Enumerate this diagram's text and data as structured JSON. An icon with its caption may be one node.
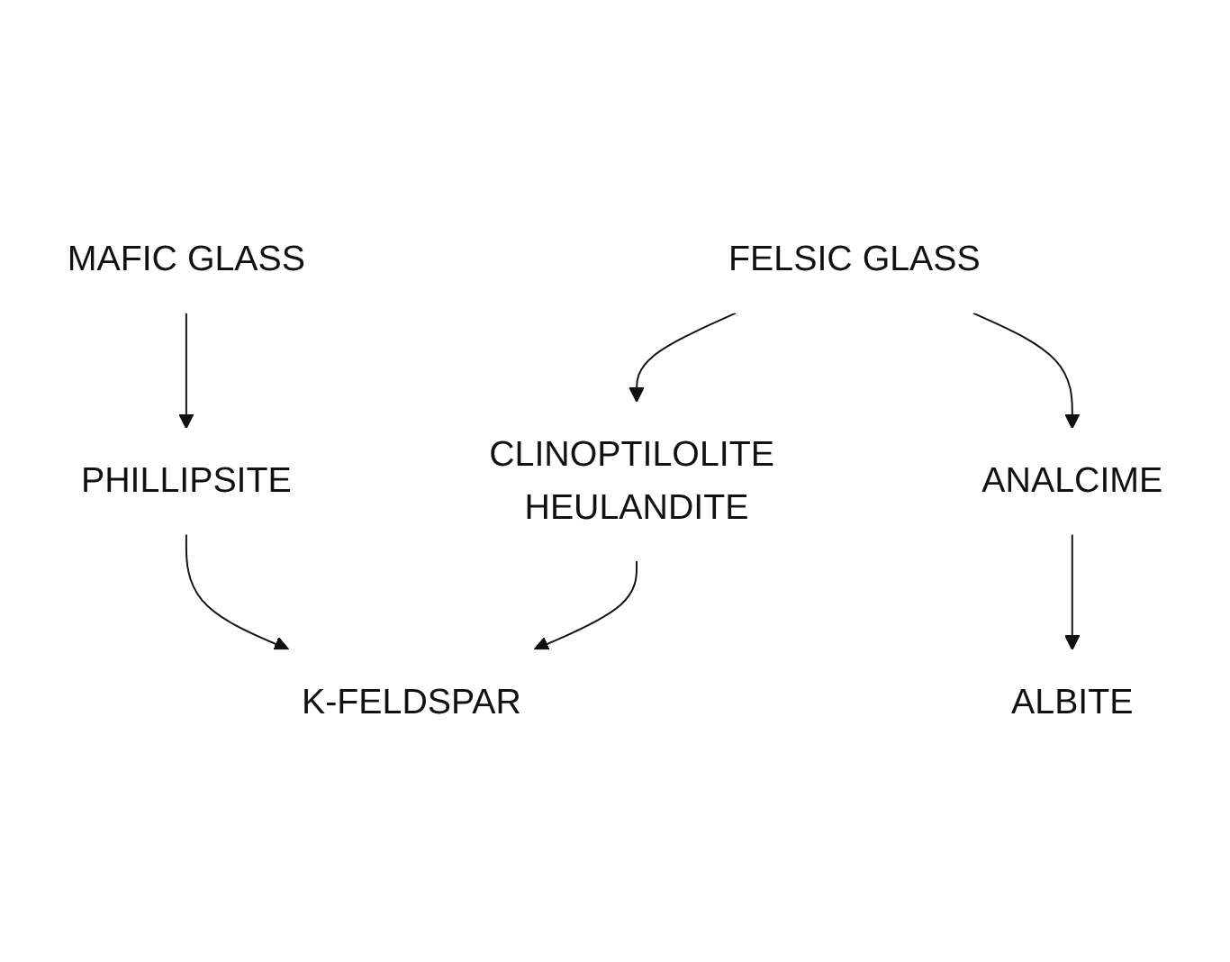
{
  "diagram": {
    "nodes": [
      {
        "text": [
          "MAFIC GLASS"
        ]
      },
      {
        "text": [
          "FELSIC GLASS"
        ]
      },
      {
        "text": [
          "CLINOPTILOLITE HEULANDITE"
        ]
      },
      {
        "text": [
          "PHILLIPSITE"
        ]
      },
      {
        "text": [
          "ANALCIME"
        ]
      },
      {
        "text": [
          "K-FELDSPAR"
        ]
      },
      {
        "text": [
          "ALBITE"
        ]
      }
    ],
    "edges": [
      {
        "from": 0,
        "to": 3,
        "arrow": "to"
      },
      {
        "from": 1,
        "to": 2,
        "arrow": "to"
      },
      {
        "from": 1,
        "to": 4,
        "arrow": "to"
      },
      {
        "from": 3,
        "to": 5,
        "arrow": "to"
      },
      {
        "from": 2,
        "to": 5,
        "arrow": "to"
      },
      {
        "from": 4,
        "to": 6,
        "arrow": "to"
      }
    ]
  }
}
